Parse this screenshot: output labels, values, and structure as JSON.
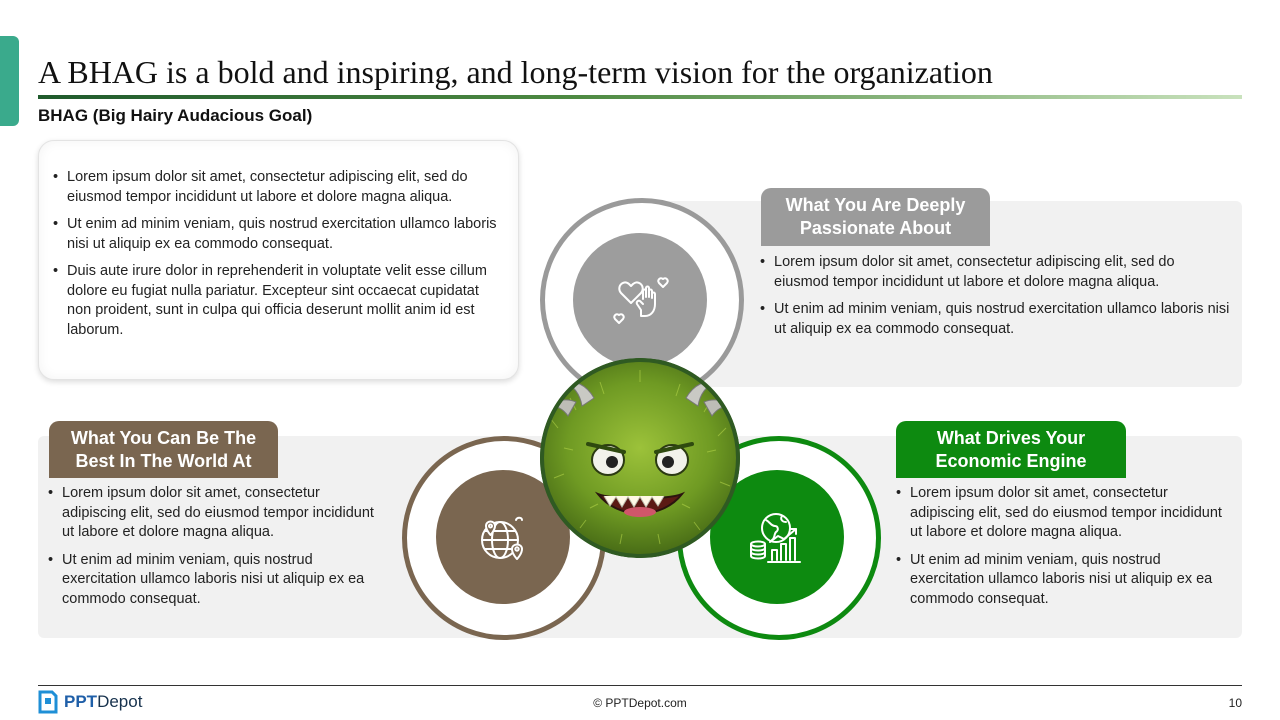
{
  "slide": {
    "title": "A BHAG is a bold and inspiring, and long-term vision for the organization",
    "subtitle": "BHAG (Big Hairy Audacious Goal)"
  },
  "intro": {
    "bullets": [
      "Lorem ipsum dolor sit amet, consectetur adipiscing elit, sed do eiusmod tempor incididunt ut labore et dolore magna aliqua.",
      "Ut enim ad minim veniam, quis nostrud exercitation ullamco laboris nisi ut aliquip ex ea commodo consequat.",
      "Duis aute irure dolor in reprehenderit in voluptate velit esse cillum dolore eu fugiat nulla pariatur. Excepteur sint occaecat cupidatat non proident, sunt in culpa qui officia deserunt mollit anim id est laborum."
    ]
  },
  "passion": {
    "label": "What You Are Deeply Passionate About",
    "icon": "heart-hand-icon",
    "color": "#9b9b9b",
    "bullets": [
      "Lorem ipsum dolor sit amet, consectetur adipiscing elit, sed do eiusmod tempor incididunt ut labore et dolore magna aliqua.",
      "Ut enim ad minim veniam, quis nostrud exercitation ullamco laboris nisi ut aliquip ex ea commodo consequat."
    ]
  },
  "best": {
    "label": "What You Can Be The Best In The World At",
    "icon": "globe-location-icon",
    "color": "#7a6650",
    "bullets": [
      "Lorem ipsum dolor sit amet, consectetur adipiscing elit, sed do eiusmod tempor incididunt ut labore et dolore magna aliqua.",
      "Ut enim ad minim veniam, quis nostrud exercitation ullamco laboris nisi ut aliquip ex ea commodo consequat."
    ]
  },
  "economic": {
    "label": "What Drives Your Economic Engine",
    "icon": "globe-growth-chart-icon",
    "color": "#0d8a10",
    "bullets": [
      "Lorem ipsum dolor sit amet, consectetur adipiscing elit, sed do eiusmod tempor incididunt ut labore et dolore magna aliqua.",
      "Ut enim ad minim veniam, quis nostrud exercitation ullamco laboris nisi ut aliquip ex ea commodo consequat."
    ]
  },
  "center_image": {
    "icon": "hairy-monster-image"
  },
  "footer": {
    "brand_prefix": "PPT",
    "brand_suffix": "Depot",
    "copyright": "© PPTDepot.com",
    "page": "10"
  }
}
